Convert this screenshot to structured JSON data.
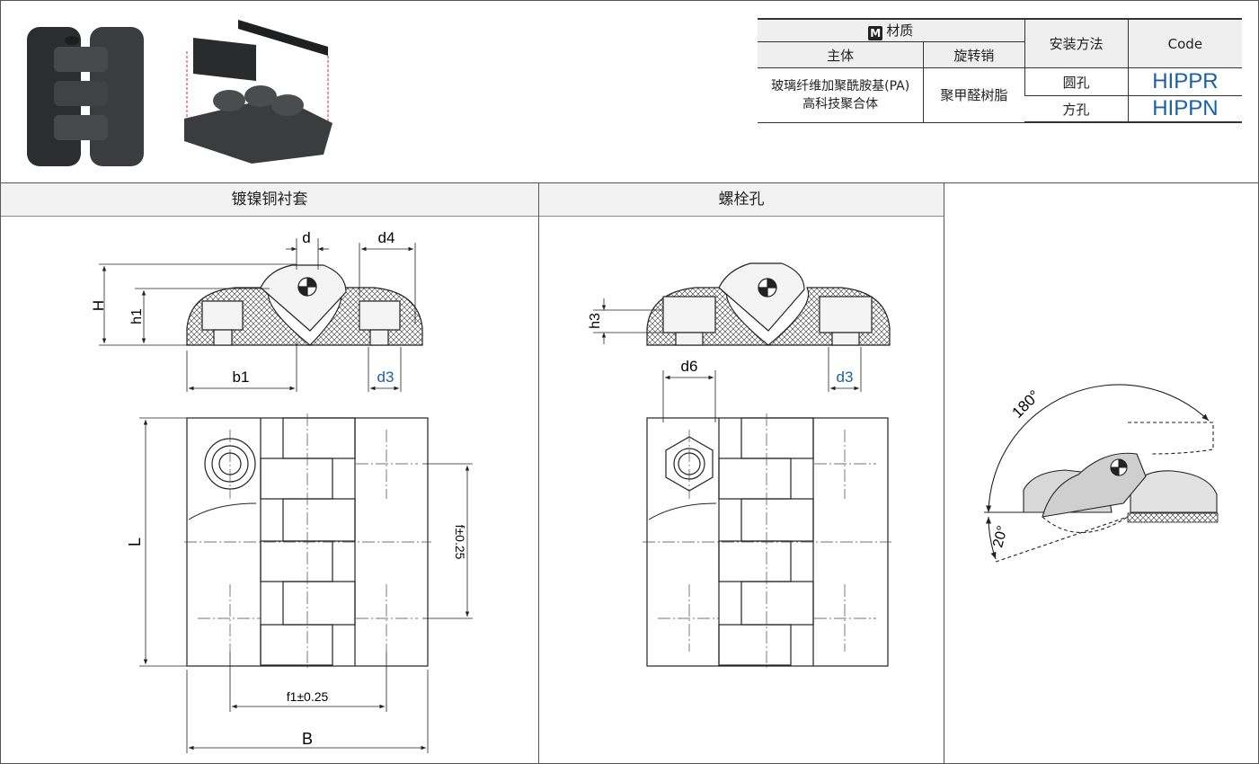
{
  "table": {
    "material_badge": "M",
    "material_label": "材质",
    "col_body": "主体",
    "col_pin": "旋转销",
    "col_mount": "安装方法",
    "col_code": "Code",
    "body_material_line1": "玻璃纤维加聚酰胺基(PA)",
    "body_material_line2": "高科技聚合体",
    "pin_material": "聚甲醛树脂",
    "rows": [
      {
        "mount": "圆孔",
        "code": "HIPPR"
      },
      {
        "mount": "方孔",
        "code": "HIPPN"
      }
    ]
  },
  "sections": {
    "left_title": "镀镍铜衬套",
    "middle_title": "螺栓孔"
  },
  "dims": {
    "d": "d",
    "d4": "d4",
    "H": "H",
    "h1": "h1",
    "b1": "b1",
    "d3": "d3",
    "L": "L",
    "B": "B",
    "f": "f±0.25",
    "f1": "f1±0.25",
    "h3": "h3",
    "d6": "d6",
    "d3_mid": "d3",
    "angle_open": "180°",
    "angle_back": "20°"
  },
  "colors": {
    "accent_code": "#1a5fa6",
    "dim_blue": "#1a5fa6",
    "header_bg": "#f2f2f2"
  }
}
